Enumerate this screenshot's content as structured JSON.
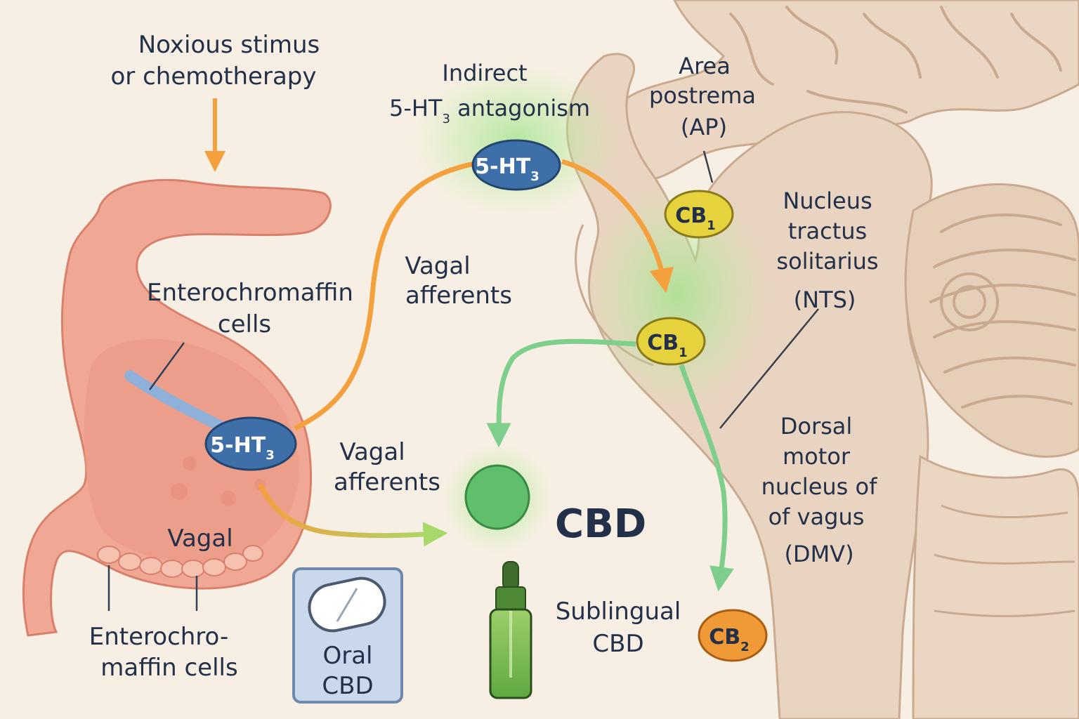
{
  "labels": {
    "noxious_line1": "Noxious stimus",
    "noxious_line2": "or chemotherapy",
    "indirect_line1": "Indirect",
    "indirect_line2_main": "5-HT",
    "indirect_line2_sub": "3",
    "indirect_line2_rest": " antagonism",
    "area_postrema_1": "Area",
    "area_postrema_2": "postrema",
    "area_postrema_3": "(AP)",
    "nts_1": "Nucleus",
    "nts_2": "tractus",
    "nts_3": "solitarius",
    "nts_4": "(NTS)",
    "vagal_afferents_upper_1": "Vagal",
    "vagal_afferents_upper_2": "afferents",
    "ec_cells_upper_1": "Enterochromaffin",
    "ec_cells_upper_2": "cells",
    "vagal_afferents_lower_1": "Vagal",
    "vagal_afferents_lower_2": "afferents",
    "vagal_stomach": "Vagal",
    "ec_cells_lower_1": "Enterochro-",
    "ec_cells_lower_2": "maffin cells",
    "cbd": "CBD",
    "oral_cbd_1": "Oral",
    "oral_cbd_2": "CBD",
    "sublingual_1": "Sublingual",
    "sublingual_2": "CBD",
    "dmv_1": "Dorsal",
    "dmv_2": "motor",
    "dmv_3": "nucleus of",
    "dmv_4": "of vagus",
    "dmv_5": "(DMV)"
  },
  "receptors": {
    "ht3_upper_main": "5-HT",
    "ht3_upper_sub": "3",
    "ht3_gut_main": "5-HT",
    "ht3_gut_sub": "3",
    "cb1_ap_main": "CB",
    "cb1_ap_sub": "1",
    "cb1_nts_main": "CB",
    "cb1_nts_sub": "1",
    "cb2_main": "CB",
    "cb2_sub": "2"
  },
  "colors": {
    "background": "#f7efe3",
    "brain": "#e8d4c0",
    "brain_stroke": "#c9a990",
    "stomach": "#f0a894",
    "stomach_stroke": "#d9806c",
    "orange_arrow": "#f4a03c",
    "green_arrow": "#7fcf8c",
    "ht3_fill": "#3f6fa8",
    "cb1_fill": "#e6d23c",
    "cb2_fill": "#ef9a36",
    "cbd_fill": "#5fbf6a",
    "glow": "#9fe38a",
    "text": "#23304a"
  },
  "icons": [
    "pill-icon",
    "dropper-bottle-icon"
  ]
}
